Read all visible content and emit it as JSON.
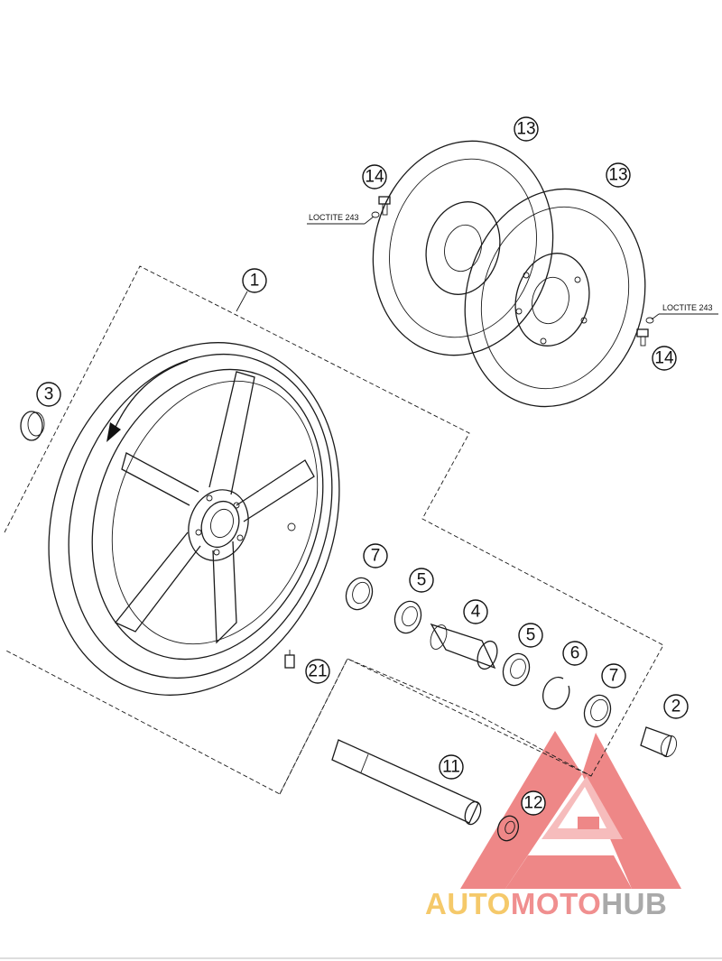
{
  "callouts": {
    "c1": "1",
    "c2": "2",
    "c3": "3",
    "c4": "4",
    "c5a": "5",
    "c5b": "5",
    "c6": "6",
    "c7a": "7",
    "c7b": "7",
    "c11": "11",
    "c12": "12",
    "c13a": "13",
    "c13b": "13",
    "c14a": "14",
    "c14b": "14",
    "c21": "21"
  },
  "notes": {
    "loctite_left": "LOCTITE 243",
    "loctite_right": "LOCTITE 243"
  },
  "watermark": {
    "part1": "AUTO",
    "part2": "MOTO",
    "part3": "HUB",
    "color1": "#f5c96a",
    "color2": "#f08f8f",
    "color3": "#a9a9a9",
    "triangle_color": "#e85a5a"
  }
}
